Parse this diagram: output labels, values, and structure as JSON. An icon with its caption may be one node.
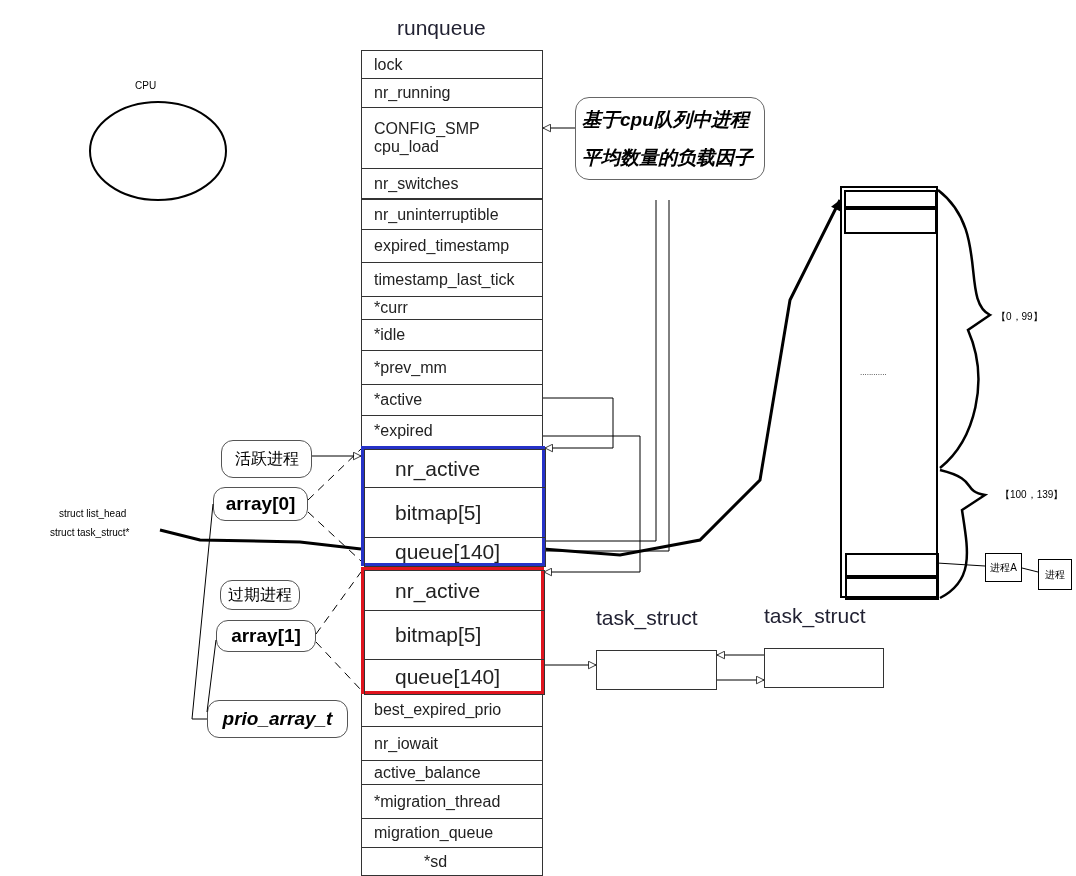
{
  "diagram": {
    "nodes": [
      {
        "text": [
          "CPU"
        ]
      },
      {
        "text": [
          "runqueue"
        ]
      },
      {
        "text": [
          "lock"
        ],
        "in": 1
      },
      {
        "text": [
          "nr_running"
        ],
        "in": 1
      },
      {
        "text": [
          "CONFIG_SMP",
          "cpu_load"
        ],
        "in": 1
      },
      {
        "text": [
          "nr_switches"
        ],
        "in": 1
      },
      {
        "text": [
          "nr_uninterruptible"
        ],
        "in": 1
      },
      {
        "text": [
          "expired_timestamp"
        ],
        "in": 1
      },
      {
        "text": [
          "timestamp_last_tick"
        ],
        "in": 1
      },
      {
        "text": [
          "*curr"
        ],
        "in": 1
      },
      {
        "text": [
          "*idle"
        ],
        "in": 1
      },
      {
        "text": [
          "*prev_mm"
        ],
        "in": 1
      },
      {
        "text": [
          "*active"
        ],
        "in": 1
      },
      {
        "text": [
          "*expired"
        ],
        "in": 1
      },
      {
        "text": [],
        "shape": "box",
        "in": 1
      },
      {
        "text": [
          "nr_active"
        ],
        "in": 14
      },
      {
        "text": [
          "bitmap[5]"
        ],
        "in": 14
      },
      {
        "text": [
          "queue[140]"
        ],
        "in": 14
      },
      {
        "text": [],
        "shape": "box",
        "in": 1
      },
      {
        "text": [
          "nr_active"
        ],
        "in": 18
      },
      {
        "text": [
          "bitmap[5]"
        ],
        "in": 18
      },
      {
        "text": [
          "queue[140]"
        ],
        "in": 18
      },
      {
        "text": [
          "best_expired_prio"
        ],
        "in": 1
      },
      {
        "text": [
          "nr_iowait"
        ],
        "in": 1
      },
      {
        "text": [
          "active_balance"
        ],
        "in": 1
      },
      {
        "text": [
          "*migration_thread"
        ],
        "in": 1
      },
      {
        "text": [
          "migration_queue"
        ],
        "in": 1
      },
      {
        "text": [
          "*sd"
        ],
        "in": 1
      },
      {
        "text": [
          "基于cpu队列中进程平均数量的负载因子"
        ]
      },
      {
        "text": [
          "活跃进程"
        ]
      },
      {
        "text": [
          "array[0]"
        ]
      },
      {
        "text": [
          "过期进程"
        ]
      },
      {
        "text": [
          "array[1]"
        ]
      },
      {
        "text": [
          "prio_array_t"
        ]
      },
      {
        "text": [
          "struct list_head",
          "struct task_struct*"
        ]
      },
      {
        "text": [
          "............"
        ]
      },
      {
        "text": [],
        "shape": "box",
        "in": 35
      },
      {
        "text": [],
        "shape": "box",
        "in": 35
      },
      {
        "text": [],
        "shape": "box",
        "in": 35
      },
      {
        "text": [],
        "shape": "box",
        "in": 35
      },
      {
        "text": [
          "进程A"
        ]
      },
      {
        "text": [
          "进程"
        ]
      },
      {
        "text": [
          "task_struct"
        ]
      },
      {
        "text": [
          "task_struct"
        ]
      }
    ],
    "edges": [
      {
        "from": 28,
        "to": 4,
        "arrow": "to"
      },
      {
        "from": 29,
        "to": 14,
        "arrow": "to"
      },
      {
        "from": 30,
        "to": 14,
        "arrow": "none",
        "style": "dashed"
      },
      {
        "from": 30,
        "to": 14,
        "arrow": "none",
        "style": "dashed"
      },
      {
        "from": 32,
        "to": 18,
        "arrow": "none",
        "style": "dashed"
      },
      {
        "from": 32,
        "to": 18,
        "arrow": "none",
        "style": "dashed"
      },
      {
        "from": 33,
        "to": 30,
        "arrow": "none"
      },
      {
        "from": 33,
        "to": 32,
        "arrow": "none"
      },
      {
        "from": 12,
        "to": 14,
        "arrow": "to"
      },
      {
        "from": 13,
        "to": 18,
        "arrow": "to"
      },
      {
        "from": 34,
        "to": 17,
        "arrow": "none",
        "style": "thick"
      },
      {
        "from": 17,
        "to": 35,
        "arrow": "to",
        "style": "thick"
      },
      {
        "from": 21,
        "to": 42,
        "arrow": "to"
      },
      {
        "from": 43,
        "to": 42,
        "arrow": "to"
      },
      {
        "from": 42,
        "to": 43,
        "arrow": "to"
      },
      {
        "from": 38,
        "to": 40,
        "arrow": "none"
      },
      {
        "from": 40,
        "to": 41,
        "arrow": "none"
      },
      {
        "from": null,
        "to": 17,
        "arrow": "none"
      },
      {
        "from": null,
        "to": 17,
        "arrow": "none"
      }
    ],
    "labels": [
      "【0，99】",
      "【100，139】"
    ]
  }
}
